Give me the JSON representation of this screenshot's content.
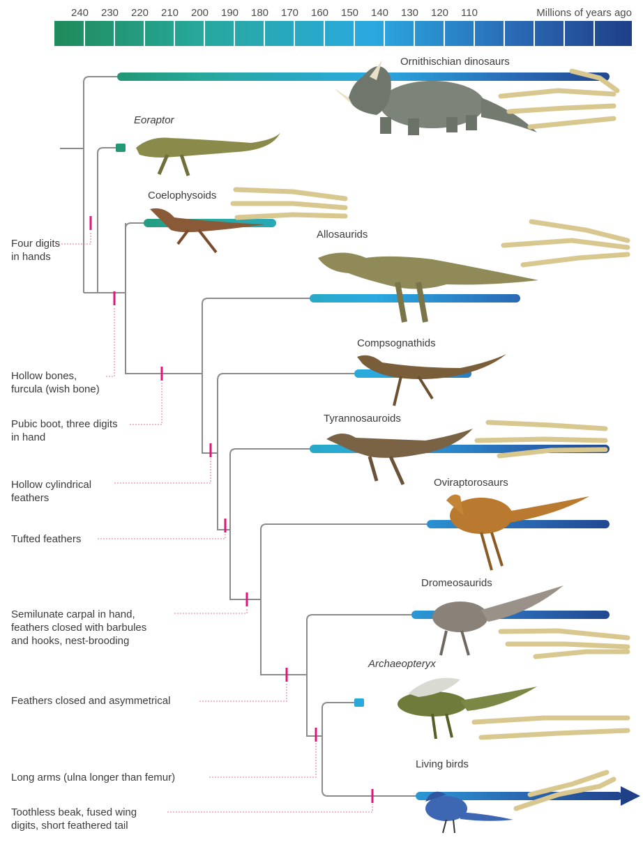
{
  "timescale": {
    "ticks": [
      "240",
      "230",
      "220",
      "210",
      "200",
      "190",
      "180",
      "170",
      "160",
      "150",
      "140",
      "130",
      "120",
      "110"
    ],
    "unit_label": "Millions of years ago"
  },
  "clades": {
    "ornithischian": "Ornithischian dinosaurs",
    "eoraptor": "Eoraptor",
    "coelophysoids": "Coelophysoids",
    "allosaurids": "Allosaurids",
    "compsognathids": "Compsognathids",
    "tyrannosauroids": "Tyrannosauroids",
    "oviraptorosaurs": "Oviraptorosaurs",
    "dromeosaurids": "Dromeosaurids",
    "archaeopteryx": "Archaeopteryx",
    "living_birds": "Living birds"
  },
  "traits": {
    "four_digits": "Four digits\nin hands",
    "hollow_bones": "Hollow bones,\nfurcula (wish bone)",
    "pubic_boot": "Pubic boot, three digits\nin hand",
    "hollow_feathers": "Hollow cylindrical\nfeathers",
    "tufted_feathers": "Tufted feathers",
    "semilunate": "Semilunate carpal in hand,\nfeathers closed with barbules\nand hooks, nest-brooding",
    "asymmetrical": "Feathers closed and asymmetrical",
    "long_arms": "Long arms (ulna longer than femur)",
    "toothless": "Toothless beak, fused wing\ndigits, short feathered tail"
  },
  "colors": {
    "scale_start": "#1f8a5a",
    "scale_mid": "#2aa9e0",
    "scale_end": "#1f3f86",
    "branch_line": "#8a8a8a",
    "trait_marker": "#e0157a",
    "trait_leader": "#f08bb6"
  },
  "icons": [
    "triceratops-icon",
    "eoraptor-icon",
    "coelophysis-icon",
    "allosaurus-icon",
    "compsognathus-icon",
    "tyrannosauroid-icon",
    "oviraptor-icon",
    "dromaeosaur-icon",
    "archaeopteryx-icon",
    "blue-jay-icon",
    "hand-skeleton-icon"
  ]
}
